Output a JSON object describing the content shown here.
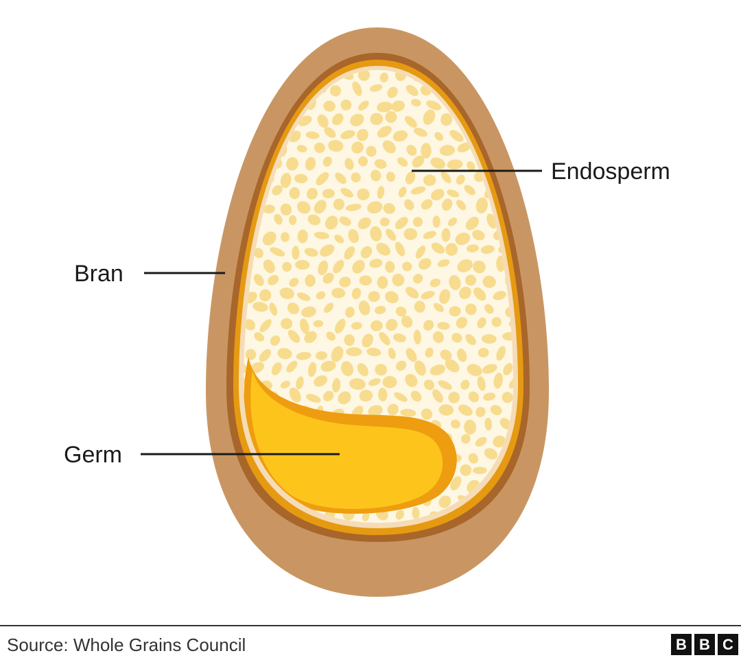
{
  "labels": {
    "endosperm": "Endosperm",
    "bran": "Bran",
    "germ": "Germ"
  },
  "footer": {
    "source": "Source: Whole Grains Council",
    "logo_letters": [
      "B",
      "B",
      "C"
    ]
  },
  "colors": {
    "bran_outer": "#c99663",
    "bran_dark_ring": "#a8662a",
    "bran_orange_ring": "#e59a12",
    "endosperm_background": "#fdf7e4",
    "endosperm_granules": "#f7dc8f",
    "germ_fill": "#fdc51c",
    "germ_rim": "#ee9d10",
    "text": "#1a1a1a"
  }
}
